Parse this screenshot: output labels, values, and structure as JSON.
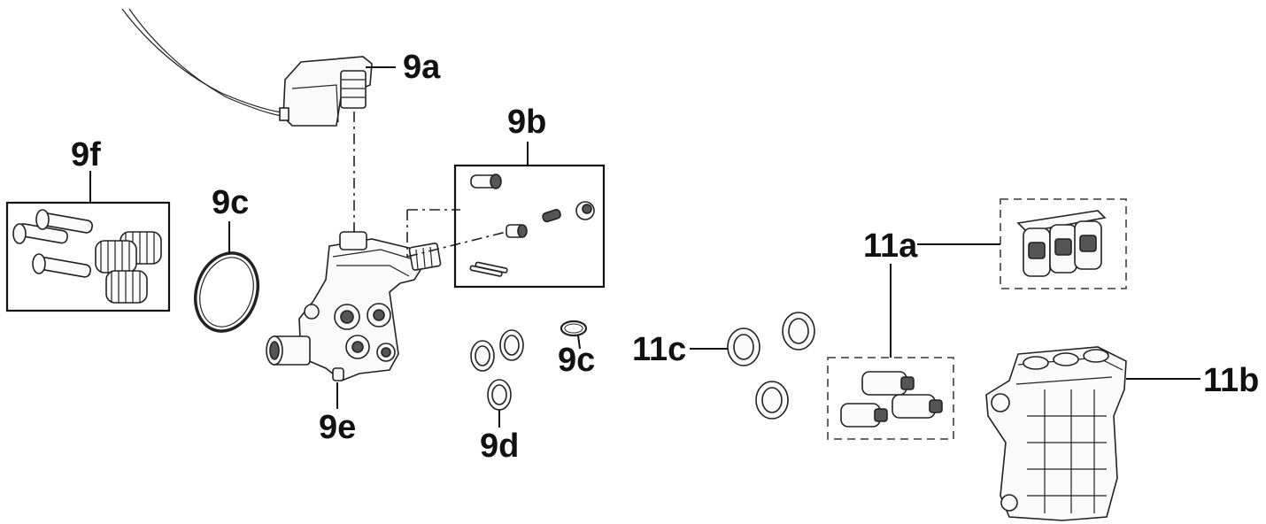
{
  "labels": {
    "l9a": "9a",
    "l9b": "9b",
    "l9c_oring": "9c",
    "l9c_small": "9c",
    "l9d": "9d",
    "l9e": "9e",
    "l9f": "9f",
    "l11a": "11a",
    "l11b": "11b",
    "l11c": "11c"
  }
}
